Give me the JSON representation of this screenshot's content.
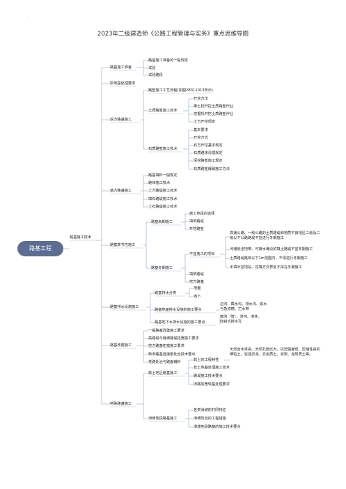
{
  "title": "2023年二级建造师《公路工程管理与实务》重点思维导图",
  "corner_mark": "-",
  "root": "路基工程",
  "l1": "路基施工技术",
  "l2": [
    "路基施工准备",
    "原地基处理要求",
    "挖方路基施工",
    "填方路基施工",
    "路基季节性施工",
    "路基排水设施施工",
    "路基改建施工",
    "特殊路基施工"
  ],
  "zhunbei": [
    "路基施工准备的一般规定",
    "试验",
    "试验路段"
  ],
  "wafang": {
    "a": "路堑施工工艺流程(如图2B311013所示)",
    "tu": "土质路堑施工技术",
    "tu_items": [
      "开挖方法",
      "推土机开挖土质路堑作业",
      "挖掘机开挖土质路堑作业",
      "土方开挖规定"
    ],
    "shi": "石质路堑施工技术",
    "shi_items": [
      "基本要求",
      "开挖方式",
      "石方开挖基本规定",
      "石质路床清理规定",
      "深挖路堑施工规定",
      "石质路堑爆破施工方法"
    ]
  },
  "tianfang": [
    "路基填料一般规定",
    "路床施工技术",
    "土方路堤施工技术",
    "填石路堤施工技术",
    "土石路堤施工技术"
  ],
  "jijie": {
    "yu": "路基雨期施工",
    "yu_items": [
      "施工地段的选择",
      "填筑路堤",
      "开挖路堑"
    ],
    "dong": "路基冬期施工",
    "buyi": "不宜施工的项目",
    "buyi_items": [
      "高速公路、一级公路的土质路堤和地质不良地区二级及二级以下公路路堤不应进行冬期施工",
      "河滩低洼地带、可被水淹没的填土路堤不宜冬期施工",
      "土质路堤路床以下1m范围内，不得进行冬期施工",
      "半填半挖地段、挖填方交界处不得在冬期施工"
    ],
    "dong_items": [
      "填筑路堤",
      "挖方路基"
    ]
  },
  "paishui": {
    "fenlei": "路基排水分类",
    "fenlei_items": [
      "地面",
      "地下"
    ],
    "dimian": "路基地面排水设施的施工要点",
    "dimian_text": "边沟、截水沟、排水沟、跌水与急流槽、拦水带",
    "dixia": "路基地下水排水设施的施工要点",
    "dixia_text": "暗沟（管）、渗沟、渗井、仰斜式排水孔"
  },
  "gaijian": [
    "一般路基改建施工要求",
    "高路堤与陡坡路堤拓宽施工要求",
    "挖方路基拓宽施工要求",
    "新旧路基连接部处治技术要点",
    "老路处治与路面铺料"
  ],
  "teshu": {
    "ruantu": "软土地区路基施工",
    "ruantu_items": [
      "软土的工程特性",
      "软土地基处理施工技术",
      "路堤施工技术要点",
      "旧路加宽软基处理要求"
    ],
    "ruantu_text": "天然含水率高、天然孔隙比大、抗剪强度低、压缩性高的细粒土，包括淤泥、淤泥质土、泥炭、泥炭质土等。",
    "huapo": "滑坡地段路基施工",
    "huapo_items": [
      "各类滑坡的共同特征",
      "滑坡防治的工程措施",
      "滑坡地段路基的施工技术要点"
    ]
  }
}
